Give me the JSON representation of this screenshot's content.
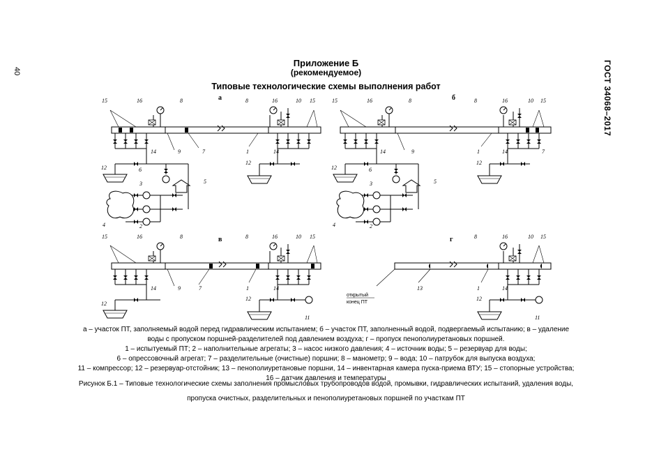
{
  "page": {
    "number": "40",
    "standard": "ГОСТ 34068–2017",
    "appendix": "Приложение Б",
    "recommended": "(рекомендуемое)",
    "title": "Типовые технологические схемы выполнения работ"
  },
  "diagram": {
    "panel_labels": [
      "а",
      "б",
      "в",
      "г"
    ],
    "open_end_label": [
      "открытый",
      "конец ПТ"
    ]
  },
  "caption": {
    "lines": [
      "а – участок ПТ, заполняемый водой перед гидравлическим испытанием; б – участок ПТ, заполненный водой, подвергаемый испытанию; в – удаление",
      "воды с пропуском поршней-разделителей под давлением воздуха; г – пропуск пенополиуретановых поршней.",
      "1 – испытуемый ПТ; 2 – наполнительные агрегаты; 3 – насос низкого давления; 4 – источник воды; 5 – резервуар для воды;",
      "6 – опрессовочный агрегат; 7 – разделительные (очистные) поршни; 8 – манометр; 9 – вода; 10 – патрубок для выпуска воздуха;",
      "11 – компрессор; 12 – резервуар-отстойник; 13 – пенополиуретановые поршни, 14 – инвентарная камера пуска-приема ВТУ; 15 – стопорные устройства;",
      "16 – датчик давления и температуры"
    ],
    "figure_line1": "Рисунок Б.1 – Типовые технологические схемы заполнения промысловых трубопроводов водой, промывки, гидравлических испытаний, удаления воды,",
    "figure_line2": "пропуска очистных, разделительных и пенополиуретановых поршней по участкам ПТ"
  }
}
